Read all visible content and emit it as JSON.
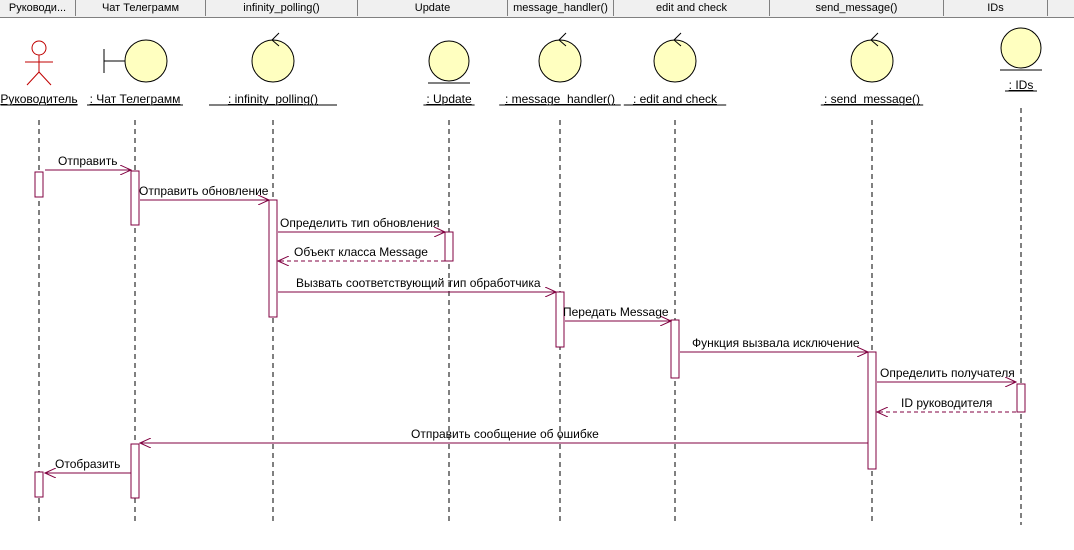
{
  "header": {
    "columns": [
      "Руководи...",
      "Чат Телеграмм",
      "infinity_polling()",
      "Update",
      "message_handler()",
      "edit and check",
      "send_message()",
      "IDs"
    ]
  },
  "participants": [
    {
      "kind": "actor",
      "label": "Руководитель"
    },
    {
      "kind": "boundary",
      "label": ": Чат Телеграмм"
    },
    {
      "kind": "control",
      "label": ": infinity_polling()"
    },
    {
      "kind": "entity",
      "label": ": Update"
    },
    {
      "kind": "control",
      "label": ": message_handler()"
    },
    {
      "kind": "control",
      "label": ": edit and check"
    },
    {
      "kind": "control",
      "label": ": send_message()"
    },
    {
      "kind": "entity",
      "label": ": IDs"
    }
  ],
  "messages": [
    {
      "from": 0,
      "to": 1,
      "label": "Отправить",
      "type": "sync"
    },
    {
      "from": 1,
      "to": 2,
      "label": "Отправить обновление",
      "type": "sync"
    },
    {
      "from": 2,
      "to": 3,
      "label": "Определить тип обновления",
      "type": "sync"
    },
    {
      "from": 3,
      "to": 2,
      "label": "Объект класса Message",
      "type": "return"
    },
    {
      "from": 2,
      "to": 4,
      "label": "Вызвать соответствующий тип обработчика",
      "type": "sync"
    },
    {
      "from": 4,
      "to": 5,
      "label": "Передать Message",
      "type": "sync"
    },
    {
      "from": 5,
      "to": 6,
      "label": "Функция вызвала исключение",
      "type": "sync"
    },
    {
      "from": 6,
      "to": 7,
      "label": "Определить получателя",
      "type": "sync"
    },
    {
      "from": 7,
      "to": 6,
      "label": "ID руководителя",
      "type": "return"
    },
    {
      "from": 6,
      "to": 1,
      "label": "Отправить сообщение об ошибке",
      "type": "sync"
    },
    {
      "from": 1,
      "to": 0,
      "label": "Отобразить",
      "type": "sync"
    }
  ],
  "colors": {
    "line": "#800040",
    "icon_fill": "#ffffc0",
    "icon_stroke": "#000000"
  }
}
